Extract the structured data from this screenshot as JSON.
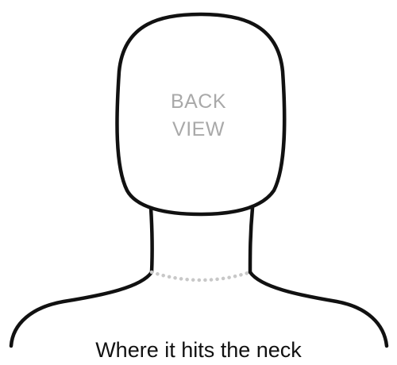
{
  "figure": {
    "view_label_line1": "BACK",
    "view_label_line2": "VIEW",
    "caption": "Where it hits the neck",
    "colors": {
      "outline": "#111111",
      "necklace_beads": "#c8c8c8",
      "view_label": "#a9a9a9",
      "caption": "#111111",
      "background": "#ffffff"
    }
  }
}
